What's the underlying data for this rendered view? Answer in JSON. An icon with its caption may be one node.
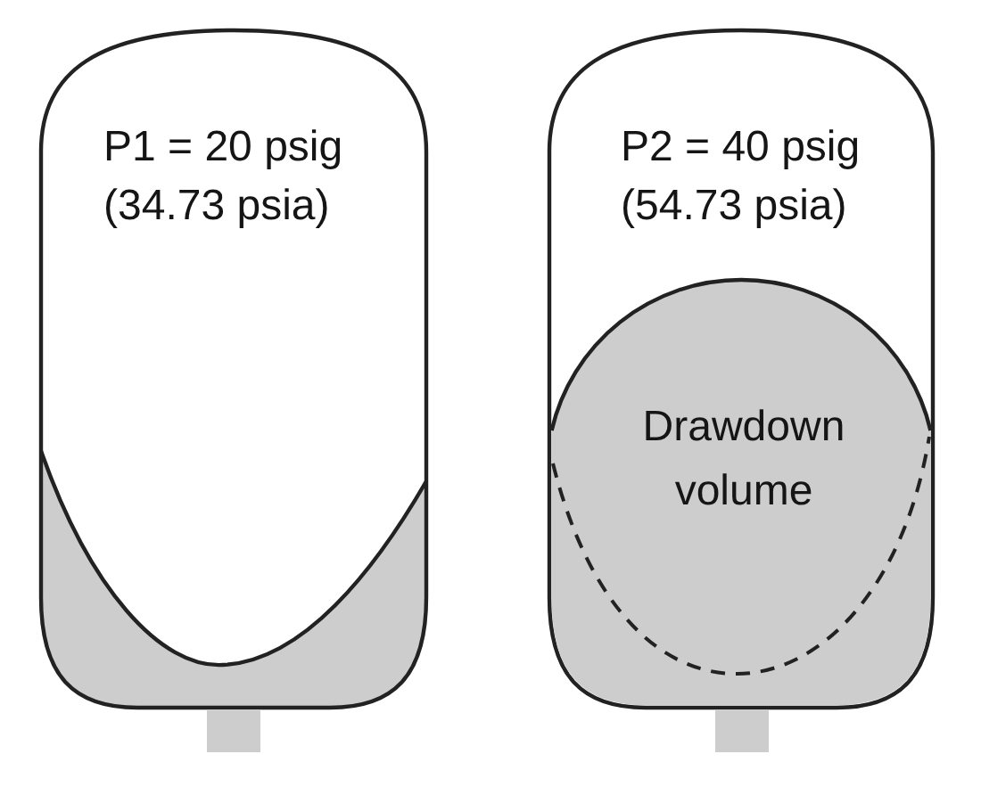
{
  "diagram": {
    "nodes": [
      {
        "text": [
          "P1 = 20 psig (34.73 psia)"
        ]
      },
      {
        "text": [
          "P2 = 40 psig (54.73 psia)"
        ]
      },
      {
        "text": [
          "Drawdown volume"
        ],
        "in": 1
      }
    ]
  }
}
